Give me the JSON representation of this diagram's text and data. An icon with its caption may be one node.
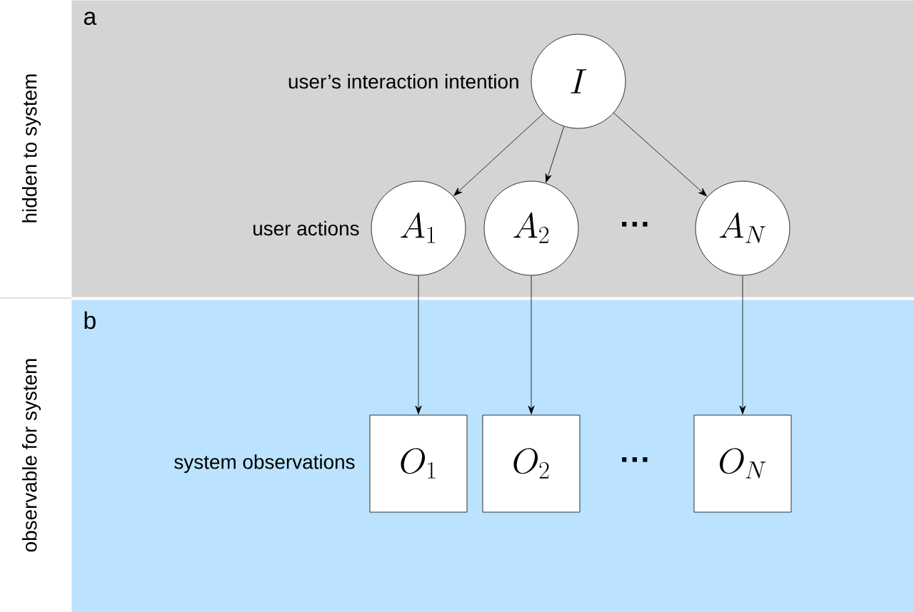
{
  "diagram": {
    "nodes": [
      {
        "text": [
          "a"
        ],
        "beside": [
          "hidden to system"
        ]
      },
      {
        "text": [
          "b"
        ],
        "beside": [
          "observable for system"
        ]
      },
      {
        "text": [
          "I"
        ],
        "in": 0
      },
      {
        "text": [
          "A_1"
        ],
        "in": 0
      },
      {
        "text": [
          "A_2"
        ],
        "in": 0
      },
      {
        "text": [
          "A_N"
        ],
        "in": 0
      },
      {
        "text": [
          "O_1"
        ],
        "in": 1
      },
      {
        "text": [
          "O_2"
        ],
        "in": 1
      },
      {
        "text": [
          "O_N"
        ],
        "in": 1
      }
    ],
    "edges": [
      {
        "from": 2,
        "to": 3,
        "arrow": "to"
      },
      {
        "from": 2,
        "to": 4,
        "arrow": "to"
      },
      {
        "from": 2,
        "to": 5,
        "arrow": "to"
      },
      {
        "from": 3,
        "to": 6,
        "arrow": "to"
      },
      {
        "from": 4,
        "to": 7,
        "arrow": "to"
      },
      {
        "from": 5,
        "to": 8,
        "arrow": "to"
      }
    ],
    "labels": [
      "user’s interaction intention",
      "user actions",
      "···",
      "system observations",
      "···"
    ]
  }
}
